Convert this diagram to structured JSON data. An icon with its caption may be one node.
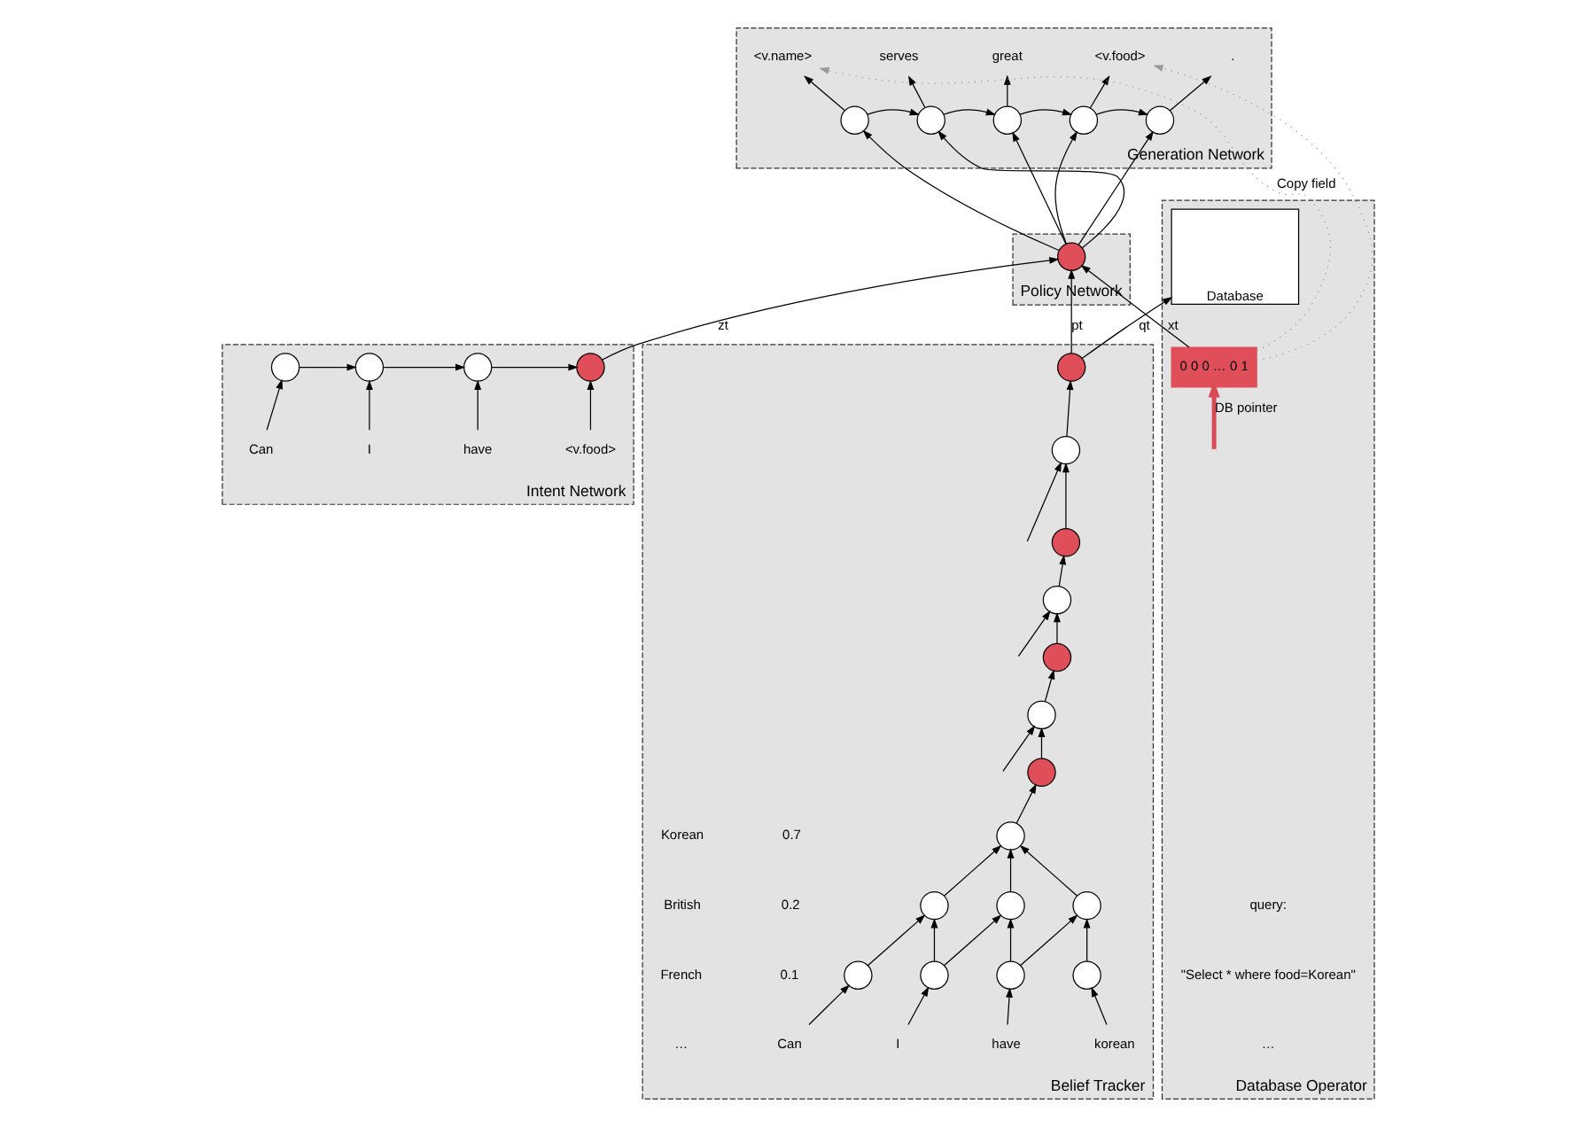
{
  "diagram": {
    "nodes": [
      {
        "text": [
          "Intent Network"
        ]
      },
      {
        "text": [
          "Can"
        ],
        "in": 0
      },
      {
        "text": [
          "I"
        ],
        "in": 0
      },
      {
        "text": [
          "have"
        ],
        "in": 0
      },
      {
        "text": [
          "<v.food>"
        ],
        "in": 0
      },
      {
        "text": [],
        "shape": "circle",
        "in": 0
      },
      {
        "text": [],
        "shape": "circle",
        "in": 0
      },
      {
        "text": [],
        "shape": "circle",
        "in": 0
      },
      {
        "text": [],
        "shape": "circle",
        "in": 0
      },
      {
        "text": [
          "Generation Network"
        ]
      },
      {
        "text": [],
        "shape": "circle",
        "in": 9
      },
      {
        "text": [],
        "shape": "circle",
        "in": 9
      },
      {
        "text": [],
        "shape": "circle",
        "in": 9
      },
      {
        "text": [],
        "shape": "circle",
        "in": 9
      },
      {
        "text": [],
        "shape": "circle",
        "in": 9
      },
      {
        "text": [
          "<v.name>"
        ],
        "in": 9
      },
      {
        "text": [
          "serves"
        ],
        "in": 9
      },
      {
        "text": [
          "great"
        ],
        "in": 9
      },
      {
        "text": [
          "<v.food>"
        ],
        "in": 9
      },
      {
        "text": [
          "."
        ],
        "in": 9
      },
      {
        "text": [
          "Policy Network"
        ]
      },
      {
        "text": [],
        "shape": "circle",
        "in": 20
      },
      {
        "text": [
          "Belief Tracker"
        ]
      },
      {
        "text": [
          "Can"
        ],
        "in": 22
      },
      {
        "text": [
          "I"
        ],
        "in": 22
      },
      {
        "text": [
          "have"
        ],
        "in": 22
      },
      {
        "text": [
          "korean"
        ],
        "in": 22
      },
      {
        "text": [],
        "shape": "circle",
        "in": 22
      },
      {
        "text": [],
        "shape": "circle",
        "in": 22
      },
      {
        "text": [],
        "shape": "circle",
        "in": 22
      },
      {
        "text": [],
        "shape": "circle",
        "in": 22
      },
      {
        "text": [],
        "shape": "circle",
        "in": 22
      },
      {
        "text": [],
        "shape": "circle",
        "in": 22
      },
      {
        "text": [],
        "shape": "circle",
        "in": 22
      },
      {
        "text": [],
        "shape": "circle",
        "in": 22
      },
      {
        "text": [],
        "shape": "circle",
        "in": 22
      },
      {
        "text": [],
        "shape": "circle",
        "in": 22
      },
      {
        "text": [],
        "shape": "circle",
        "in": 22
      },
      {
        "text": [],
        "shape": "circle",
        "in": 22
      },
      {
        "text": [],
        "shape": "circle",
        "in": 22
      },
      {
        "text": [],
        "shape": "circle",
        "in": 22
      },
      {
        "text": [],
        "shape": "circle",
        "in": 22
      },
      {
        "text": [
          "Database Operator"
        ]
      },
      {
        "text": [
          "0 0 0 … 0 1"
        ],
        "in": 42
      },
      {
        "text": [
          "Database"
        ],
        "in": 42
      }
    ],
    "edges": [
      {
        "from": 1,
        "to": 5,
        "arrow": "to"
      },
      {
        "from": 2,
        "to": 6,
        "arrow": "to"
      },
      {
        "from": 3,
        "to": 7,
        "arrow": "to"
      },
      {
        "from": 4,
        "to": 8,
        "arrow": "to"
      },
      {
        "from": 5,
        "to": 6,
        "arrow": "to"
      },
      {
        "from": 6,
        "to": 7,
        "arrow": "to"
      },
      {
        "from": 7,
        "to": 8,
        "arrow": "to"
      },
      {
        "from": 8,
        "to": 21,
        "label": "zt",
        "arrow": "to"
      },
      {
        "from": 10,
        "to": 11,
        "arrow": "to"
      },
      {
        "from": 11,
        "to": 12,
        "arrow": "to"
      },
      {
        "from": 12,
        "to": 13,
        "arrow": "to"
      },
      {
        "from": 13,
        "to": 14,
        "arrow": "to"
      },
      {
        "from": 10,
        "to": 15,
        "arrow": "to"
      },
      {
        "from": 11,
        "to": 16,
        "arrow": "to"
      },
      {
        "from": 12,
        "to": 17,
        "arrow": "to"
      },
      {
        "from": 13,
        "to": 18,
        "arrow": "to"
      },
      {
        "from": 14,
        "to": 19,
        "arrow": "to"
      },
      {
        "from": 21,
        "to": 10,
        "arrow": "to"
      },
      {
        "from": 21,
        "to": 11,
        "arrow": "to"
      },
      {
        "from": 21,
        "to": 12,
        "arrow": "to"
      },
      {
        "from": 21,
        "to": 13,
        "arrow": "to"
      },
      {
        "from": 21,
        "to": 14,
        "arrow": "to"
      },
      {
        "from": 23,
        "to": 27,
        "arrow": "to"
      },
      {
        "from": 24,
        "to": 28,
        "arrow": "to"
      },
      {
        "from": 25,
        "to": 29,
        "arrow": "to"
      },
      {
        "from": 26,
        "to": 30,
        "arrow": "to"
      },
      {
        "from": 27,
        "to": 31,
        "arrow": "to"
      },
      {
        "from": 28,
        "to": 31,
        "arrow": "to"
      },
      {
        "from": 28,
        "to": 32,
        "arrow": "to"
      },
      {
        "from": 29,
        "to": 32,
        "arrow": "to"
      },
      {
        "from": 29,
        "to": 33,
        "arrow": "to"
      },
      {
        "from": 30,
        "to": 33,
        "arrow": "to"
      },
      {
        "from": 31,
        "to": 34,
        "arrow": "to"
      },
      {
        "from": 32,
        "to": 34,
        "arrow": "to"
      },
      {
        "from": 33,
        "to": 34,
        "arrow": "to"
      },
      {
        "from": 34,
        "to": 35,
        "arrow": "to"
      },
      {
        "from": 35,
        "to": 36,
        "arrow": "to"
      },
      {
        "from": 36,
        "to": 39,
        "arrow": "to"
      },
      {
        "from": 39,
        "to": 37,
        "arrow": "to"
      },
      {
        "from": 37,
        "to": 40,
        "arrow": "to"
      },
      {
        "from": 40,
        "to": 38,
        "arrow": "to"
      },
      {
        "from": 38,
        "to": 41,
        "arrow": "to"
      },
      {
        "from": null,
        "to": 36,
        "arrow": "to"
      },
      {
        "from": null,
        "to": 37,
        "arrow": "to"
      },
      {
        "from": null,
        "to": 38,
        "arrow": "to"
      },
      {
        "from": 41,
        "to": 21,
        "label": "pt",
        "arrow": "to"
      },
      {
        "from": 41,
        "to": 44,
        "label": "qt",
        "arrow": "to"
      },
      {
        "from": 43,
        "to": 21,
        "label": "xt",
        "arrow": "to"
      },
      {
        "from": null,
        "to": 43,
        "label": "DB pointer",
        "arrow": "to",
        "style": "thick",
        "color": "#d94a55"
      },
      {
        "from": 43,
        "to": 15,
        "label": "Copy field",
        "arrow": "to",
        "style": "dashed",
        "color": "#999999"
      },
      {
        "from": 43,
        "to": 18,
        "arrow": "to",
        "style": "dashed",
        "color": "#999999"
      }
    ],
    "labels": [
      "Korean",
      "0.7",
      "British",
      "0.2",
      "French",
      "0.1",
      "…",
      "query:",
      "\"Select * where food=Korean\"",
      "…"
    ]
  }
}
